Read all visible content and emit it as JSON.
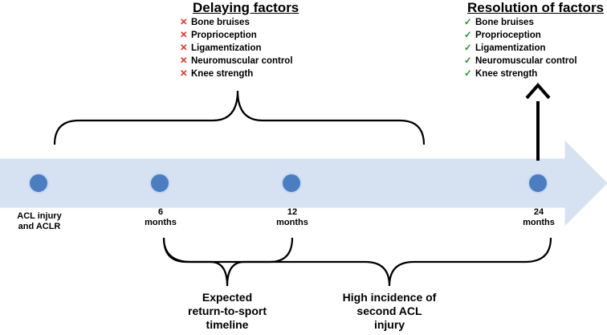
{
  "diagram": {
    "delaying": {
      "title": "Delaying factors",
      "items": [
        "Bone bruises",
        "Proprioception",
        "Ligamentization",
        "Neuromuscular control",
        "Knee strength"
      ]
    },
    "resolution": {
      "title": "Resolution of factors",
      "items": [
        "Bone bruises",
        "Proprioception",
        "Ligamentization",
        "Neuromuscular control",
        "Knee strength"
      ]
    },
    "marks": {
      "cross": "✕",
      "check": "✓"
    },
    "timeline": {
      "points": [
        {
          "line1": "ACL injury",
          "line2": "and ACLR"
        },
        {
          "line1": "6",
          "line2": "months"
        },
        {
          "line1": "12",
          "line2": "months"
        },
        {
          "line1": "24",
          "line2": "months"
        }
      ]
    },
    "brackets": {
      "return_to_sport": {
        "line1": "Expected",
        "line2": "return-to-sport",
        "line3": "timeline"
      },
      "second_injury": {
        "line1": "High incidence of",
        "line2": "second ACL",
        "line3": "injury"
      }
    },
    "colors": {
      "arrow_fill": "#d6e2f2",
      "node_fill": "#4a7ec0",
      "node_stroke": "#c8d8ee",
      "cross": "#e0342a",
      "check": "#1a9a2c"
    }
  }
}
